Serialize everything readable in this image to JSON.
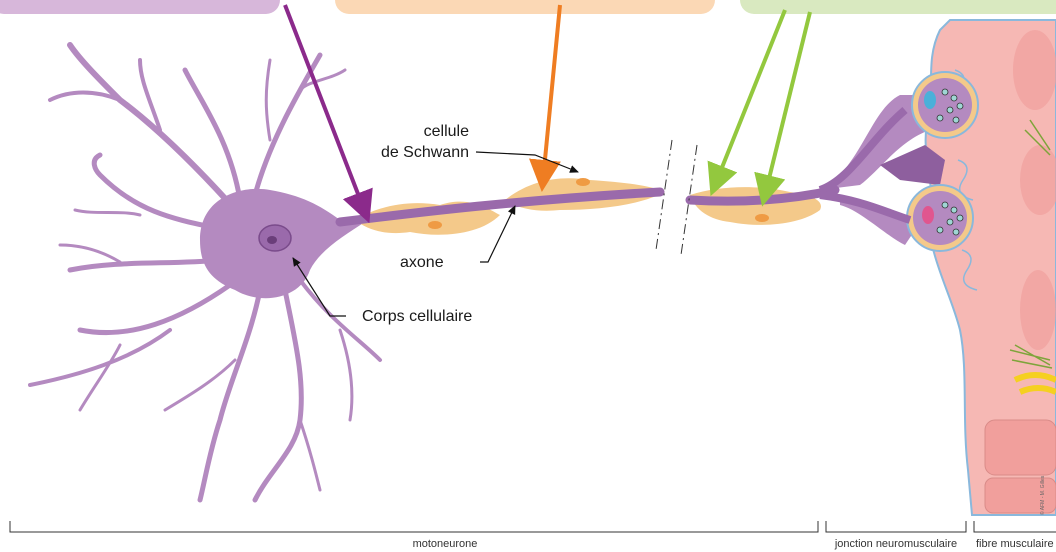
{
  "labels": {
    "schwann_line1": "cellule",
    "schwann_line2": "de Schwann",
    "axone": "axone",
    "corps": "Corps cellulaire"
  },
  "regions": {
    "motoneurone": "motoneurone",
    "jonction": "jonction neuromusculaire",
    "fibre": "fibre musculaire"
  },
  "credit": "© AFM - M. Gilles",
  "colors": {
    "neuron": "#b48ac0",
    "neuron_dark": "#8e5f9e",
    "schwann": "#f4c98a",
    "muscle": "#f6b8b4",
    "membrane": "#8ab8dc",
    "arrow_purple": "#8b2a8b",
    "arrow_orange": "#ef7d22",
    "arrow_green": "#93c83e",
    "tab_purple": "#d7b7da",
    "tab_orange": "#fbd8b5",
    "tab_green": "#d9e9c0"
  }
}
